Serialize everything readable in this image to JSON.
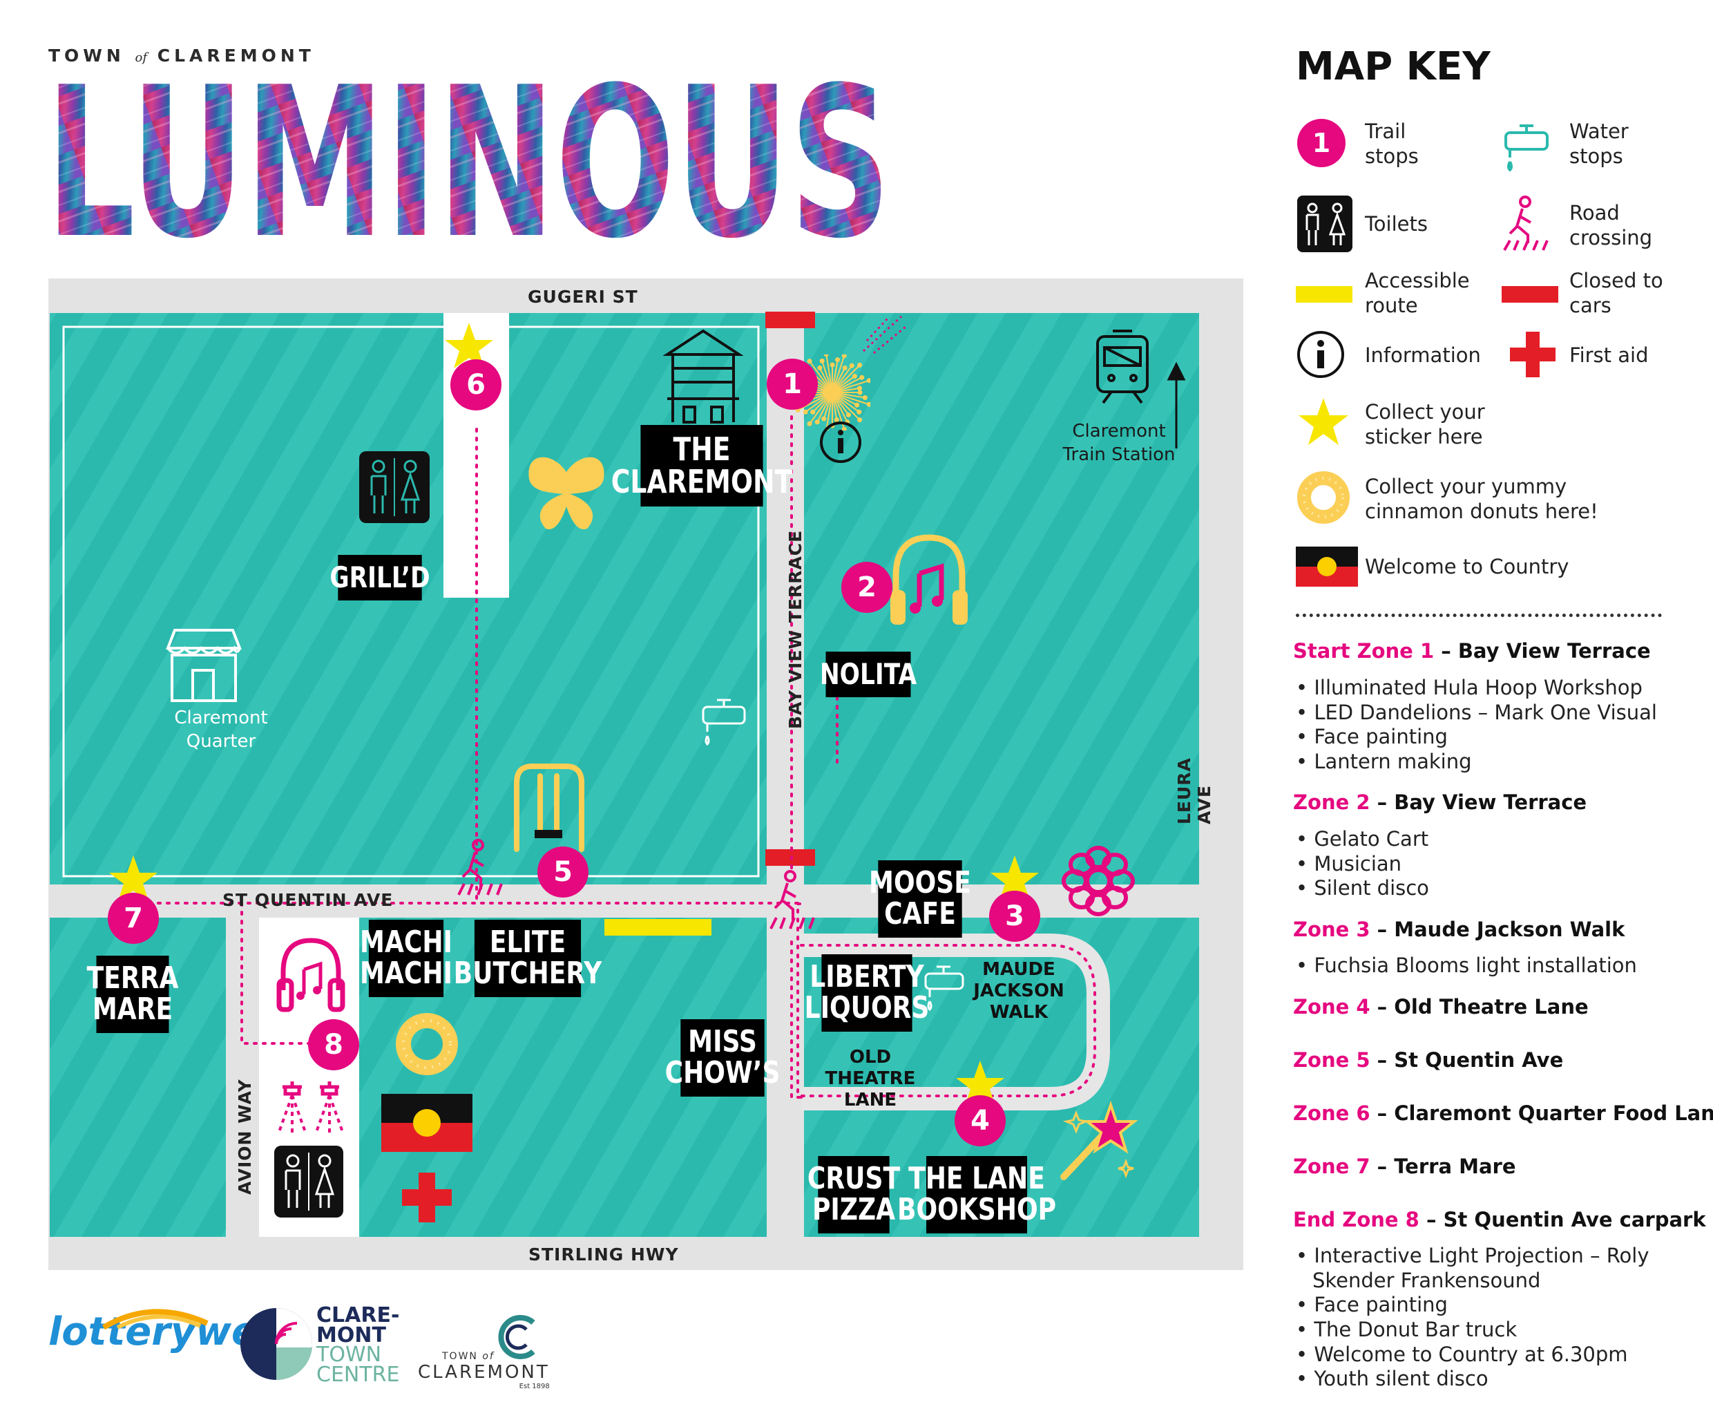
{
  "brand": {
    "pre": "TOWN",
    "of": "of",
    "post": "CLAREMONT"
  },
  "title": "LUMINOUS",
  "streets": {
    "north": "GUGERI ST",
    "south": "STIRLING HWY",
    "east": "LEURA AVE",
    "west": "AVION WAY",
    "mid": "ST QUENTIN AVE",
    "bay": "BAY VIEW TERRACE"
  },
  "venues": {
    "the_claremont": "THE CLAREMONT",
    "grilld": "GRILL’D",
    "nolita": "NOLITA",
    "moose_cafe": "MOOSE CAFE",
    "machi_machi": "MACHI MACHI",
    "elite_butchery": "ELITE BUTCHERY",
    "liberty_liquors": "LIBERTY LIQUORS",
    "miss_chows": "MISS CHOW’S",
    "terra_mare": "TERRA MARE",
    "crust_pizza": "CRUST PIZZA",
    "the_lane_bookshop": "THE LANE BOOKSHOP"
  },
  "places": {
    "claremont_quarter": "Claremont Quarter",
    "train_station": "Claremont Train Station",
    "maude_jackson": "MAUDE JACKSON WALK",
    "old_theatre": "OLD THEATRE LANE"
  },
  "stops": [
    "1",
    "2",
    "3",
    "4",
    "5",
    "6",
    "7",
    "8"
  ],
  "key": {
    "title": "MAP KEY",
    "trail_sample": "1",
    "items": {
      "trail": "Trail stops",
      "water": "Water stops",
      "toilets": "Toilets",
      "crossing": "Road crossing",
      "accessible": "Accessible route",
      "closed": "Closed to cars",
      "info": "Information",
      "firstaid": "First aid",
      "sticker": "Collect your sticker here",
      "donut": "Collect your yummy cinnamon donuts here!",
      "welcome": "Welcome to Country"
    }
  },
  "zones": [
    {
      "label": "Start Zone 1",
      "name": "– Bay View Terrace",
      "items": [
        "Illuminated Hula Hoop Workshop",
        "LED Dandelions – Mark One Visual",
        "Face painting",
        "Lantern making"
      ]
    },
    {
      "label": "Zone 2",
      "name": "– Bay View Terrace",
      "items": [
        "Gelato Cart",
        "Musician",
        "Silent disco"
      ]
    },
    {
      "label": "Zone 3",
      "name": "– Maude Jackson Walk",
      "items": [
        "Fuchsia Blooms light installation"
      ]
    },
    {
      "label": "Zone 4",
      "name": "– Old Theatre Lane",
      "items": []
    },
    {
      "label": "Zone 5",
      "name": "– St Quentin Ave",
      "items": []
    },
    {
      "label": "Zone 6",
      "name": "– Claremont Quarter Food Lane",
      "items": []
    },
    {
      "label": "Zone 7",
      "name": "– Terra Mare",
      "items": []
    },
    {
      "label": "End Zone 8",
      "name": "– St Quentin Ave carpark",
      "items": [
        "Interactive Light Projection – Roly Skender Frankensound",
        "Face painting",
        "The Donut Bar truck",
        "Welcome to Country at 6.30pm",
        "Youth silent disco"
      ]
    }
  ],
  "logos": {
    "lotterywest": "lotterywest",
    "ctc_a": "CLARE-",
    "ctc_b": "MONT",
    "ctc_c": "TOWN",
    "ctc_d": "CENTRE",
    "toc_a": "TOWN",
    "toc_of": "of",
    "toc_b": "CLAREMONT",
    "toc_est": "Est 1898"
  },
  "colors": {
    "teal": "#2bb9ad",
    "pink": "#e5087f",
    "road": "#e3e3e3",
    "yellow": "#f7e600",
    "red": "#e41e26"
  }
}
